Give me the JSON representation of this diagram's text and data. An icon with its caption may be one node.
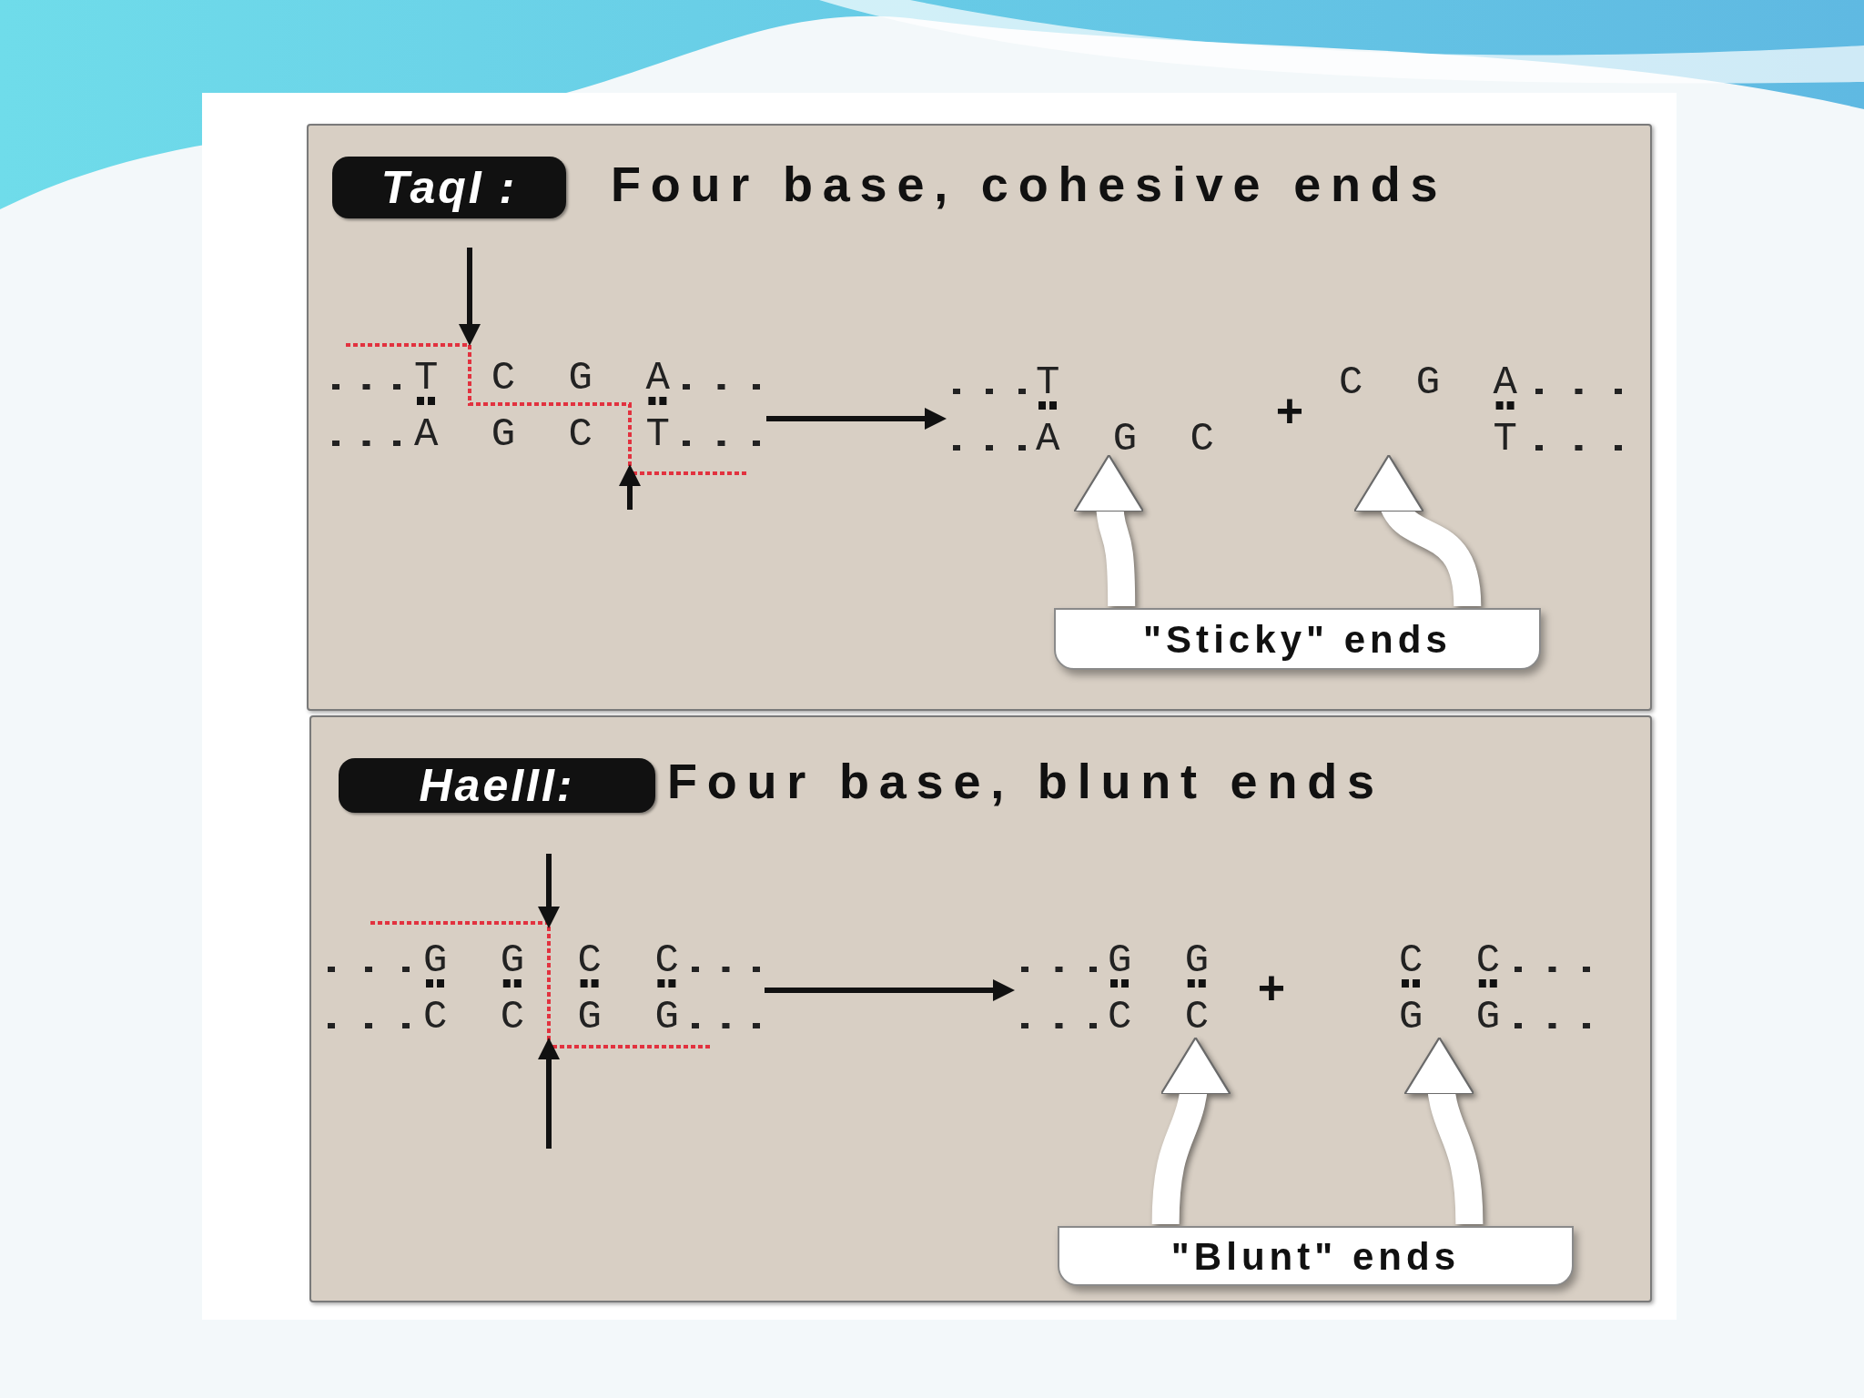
{
  "diagram": {
    "nodes": [
      {
        "text": [
          "Four base, cohesive ends"
        ]
      },
      {
        "text": [
          "TaqI :"
        ],
        "in": 0
      },
      {
        "text": [
          "T C G A",
          "A G C T"
        ],
        "in": 0
      },
      {
        "text": [
          "T",
          "A G C"
        ],
        "in": 0
      },
      {
        "text": [
          "C G A",
          "T"
        ],
        "in": 0
      },
      {
        "text": [
          "\"Sticky\" ends"
        ],
        "in": 0
      },
      {
        "text": [
          "Four base, blunt ends"
        ]
      },
      {
        "text": [
          "HaeIII:"
        ],
        "in": 6
      },
      {
        "text": [
          "G G C C",
          "C C G G"
        ],
        "in": 6
      },
      {
        "text": [
          "G G",
          "C C"
        ],
        "in": 6
      },
      {
        "text": [
          "C C",
          "G G"
        ],
        "in": 6
      },
      {
        "text": [
          "\"Blunt\" ends"
        ],
        "in": 6
      }
    ],
    "edges": [
      {
        "from": null,
        "to": 2,
        "arrow": "to"
      },
      {
        "from": null,
        "to": 2,
        "arrow": "to"
      },
      {
        "from": 2,
        "to": 3,
        "arrow": "to"
      },
      {
        "from": 5,
        "to": 3,
        "arrow": "to",
        "style": "thick",
        "color": "#ffffff"
      },
      {
        "from": 5,
        "to": 4,
        "arrow": "to",
        "style": "thick",
        "color": "#ffffff"
      },
      {
        "from": null,
        "to": 8,
        "arrow": "to"
      },
      {
        "from": null,
        "to": 8,
        "arrow": "to"
      },
      {
        "from": 8,
        "to": 9,
        "arrow": "to"
      },
      {
        "from": 11,
        "to": 9,
        "arrow": "to",
        "style": "thick",
        "color": "#ffffff"
      },
      {
        "from": 11,
        "to": 10,
        "arrow": "to",
        "style": "thick",
        "color": "#ffffff"
      }
    ],
    "labels": [
      "+",
      "+"
    ]
  }
}
